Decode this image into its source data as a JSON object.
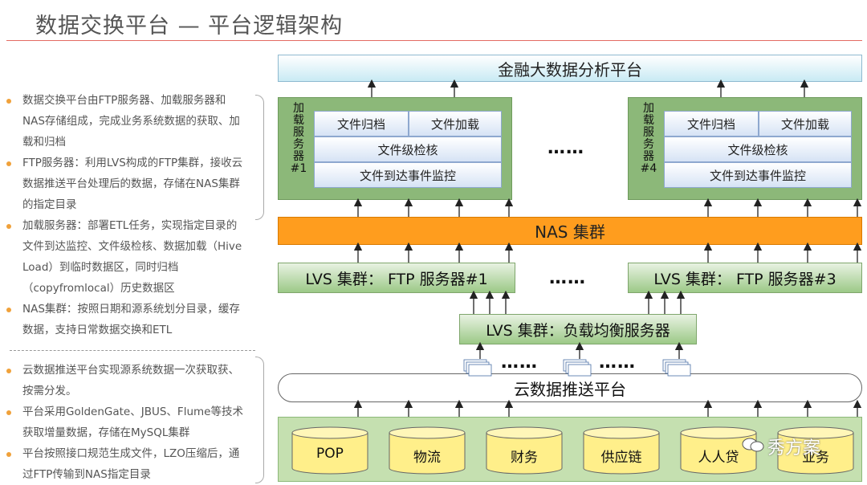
{
  "title": "数据交换平台 — 平台逻辑架构",
  "bullets_top": [
    "数据交换平台由FTP服务器、加载服务器和NAS存储组成，完成业务系统数据的获取、加载和归档",
    "FTP服务器：利用LVS构成的FTP集群，接收云数据推送平台处理后的数据，存储在NAS集群的指定目录",
    "加载服务器：部署ETL任务，实现指定目录的文件到达监控、文件级检核、数据加载（Hive Load）到临时数据区，同时归档（copyfromlocal）历史数据区",
    "NAS集群：按照日期和源系统划分目录，缓存数据，支持日常数据交换和ETL"
  ],
  "bullets_bottom": [
    "云数据推送平台实现源系统数据一次获取获、按需分发。",
    "平台采用GoldenGate、JBUS、Flume等技术获取增量数据，存储在MySQL集群",
    "平台按照接口规范生成文件，LZO压缩后，通过FTP传输到NAS指定目录"
  ],
  "diagram": {
    "top_platform": "金融大数据分析平台",
    "server1": {
      "label": "加载服务器#1",
      "archive": "文件归档",
      "load": "文件加载",
      "check": "文件级检核",
      "monitor": "文件到达事件监控"
    },
    "server4": {
      "label": "加载服务器#4",
      "archive": "文件归档",
      "load": "文件加载",
      "check": "文件级检核",
      "monitor": "文件到达事件监控"
    },
    "ellipsis": "……",
    "nas": "NAS 集群",
    "lvs1": "LVS 集群：  FTP 服务器#1",
    "lvs3": "LVS 集群：  FTP 服务器#3",
    "lb": "LVS 集群：负载均衡服务器",
    "cloud": "云数据推送平台",
    "sources": [
      "POP",
      "物流",
      "财务",
      "供应链",
      "人人贷",
      "业务"
    ]
  },
  "watermark": "秀方案",
  "colors": {
    "nas": "#ff9d1e",
    "server": "#8cb879",
    "bullet": "#f0a13a",
    "title_rule": "#e46b63"
  }
}
